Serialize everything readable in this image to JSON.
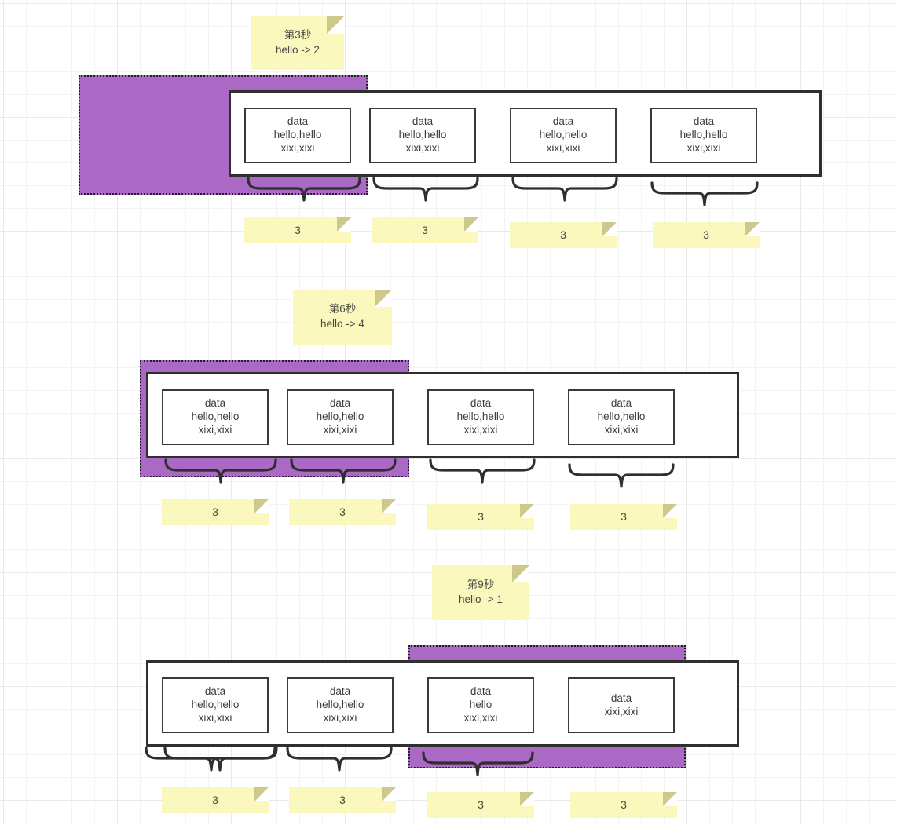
{
  "diagram": {
    "title_hidden": "Windowed stream aggregation diagram",
    "colors": {
      "highlight_purple": "#ab69c6",
      "sticky_yellow": "#faf8bd",
      "sticky_fold": "#cdc98c",
      "card_border": "#3a3a3a",
      "box_border": "#2f2f2f",
      "grid_minor": "#f3f3f3",
      "grid_major": "#e9e9e9",
      "text": "#3c3c3c"
    },
    "rows": [
      {
        "note": {
          "line1": "第3秒",
          "line2": "hello -> 2"
        },
        "cards": [
          {
            "l1": "data",
            "l2": "hello,hello",
            "l3": "xixi,xixi"
          },
          {
            "l1": "data",
            "l2": "hello,hello",
            "l3": "xixi,xixi"
          },
          {
            "l1": "data",
            "l2": "hello,hello",
            "l3": "xixi,xixi"
          },
          {
            "l1": "data",
            "l2": "hello,hello",
            "l3": "xixi,xixi"
          }
        ],
        "counts": [
          "3",
          "3",
          "3",
          "3"
        ]
      },
      {
        "note": {
          "line1": "第6秒",
          "line2": "hello -> 4"
        },
        "cards": [
          {
            "l1": "data",
            "l2": "hello,hello",
            "l3": "xixi,xixi"
          },
          {
            "l1": "data",
            "l2": "hello,hello",
            "l3": "xixi,xixi"
          },
          {
            "l1": "data",
            "l2": "hello,hello",
            "l3": "xixi,xixi"
          },
          {
            "l1": "data",
            "l2": "hello,hello",
            "l3": "xixi,xixi"
          }
        ],
        "counts": [
          "3",
          "3",
          "3",
          "3"
        ]
      },
      {
        "note": {
          "line1": "第9秒",
          "line2": "hello -> 1"
        },
        "cards": [
          {
            "l1": "data",
            "l2": "hello,hello",
            "l3": "xixi,xixi"
          },
          {
            "l1": "data",
            "l2": "hello,hello",
            "l3": "xixi,xixi"
          },
          {
            "l1": "data",
            "l2": "hello",
            "l3": "xixi,xixi"
          },
          {
            "l1": "data",
            "l2": "xixi,xixi",
            "l3": ""
          }
        ],
        "counts": [
          "3",
          "3",
          "3",
          "3"
        ]
      }
    ]
  }
}
